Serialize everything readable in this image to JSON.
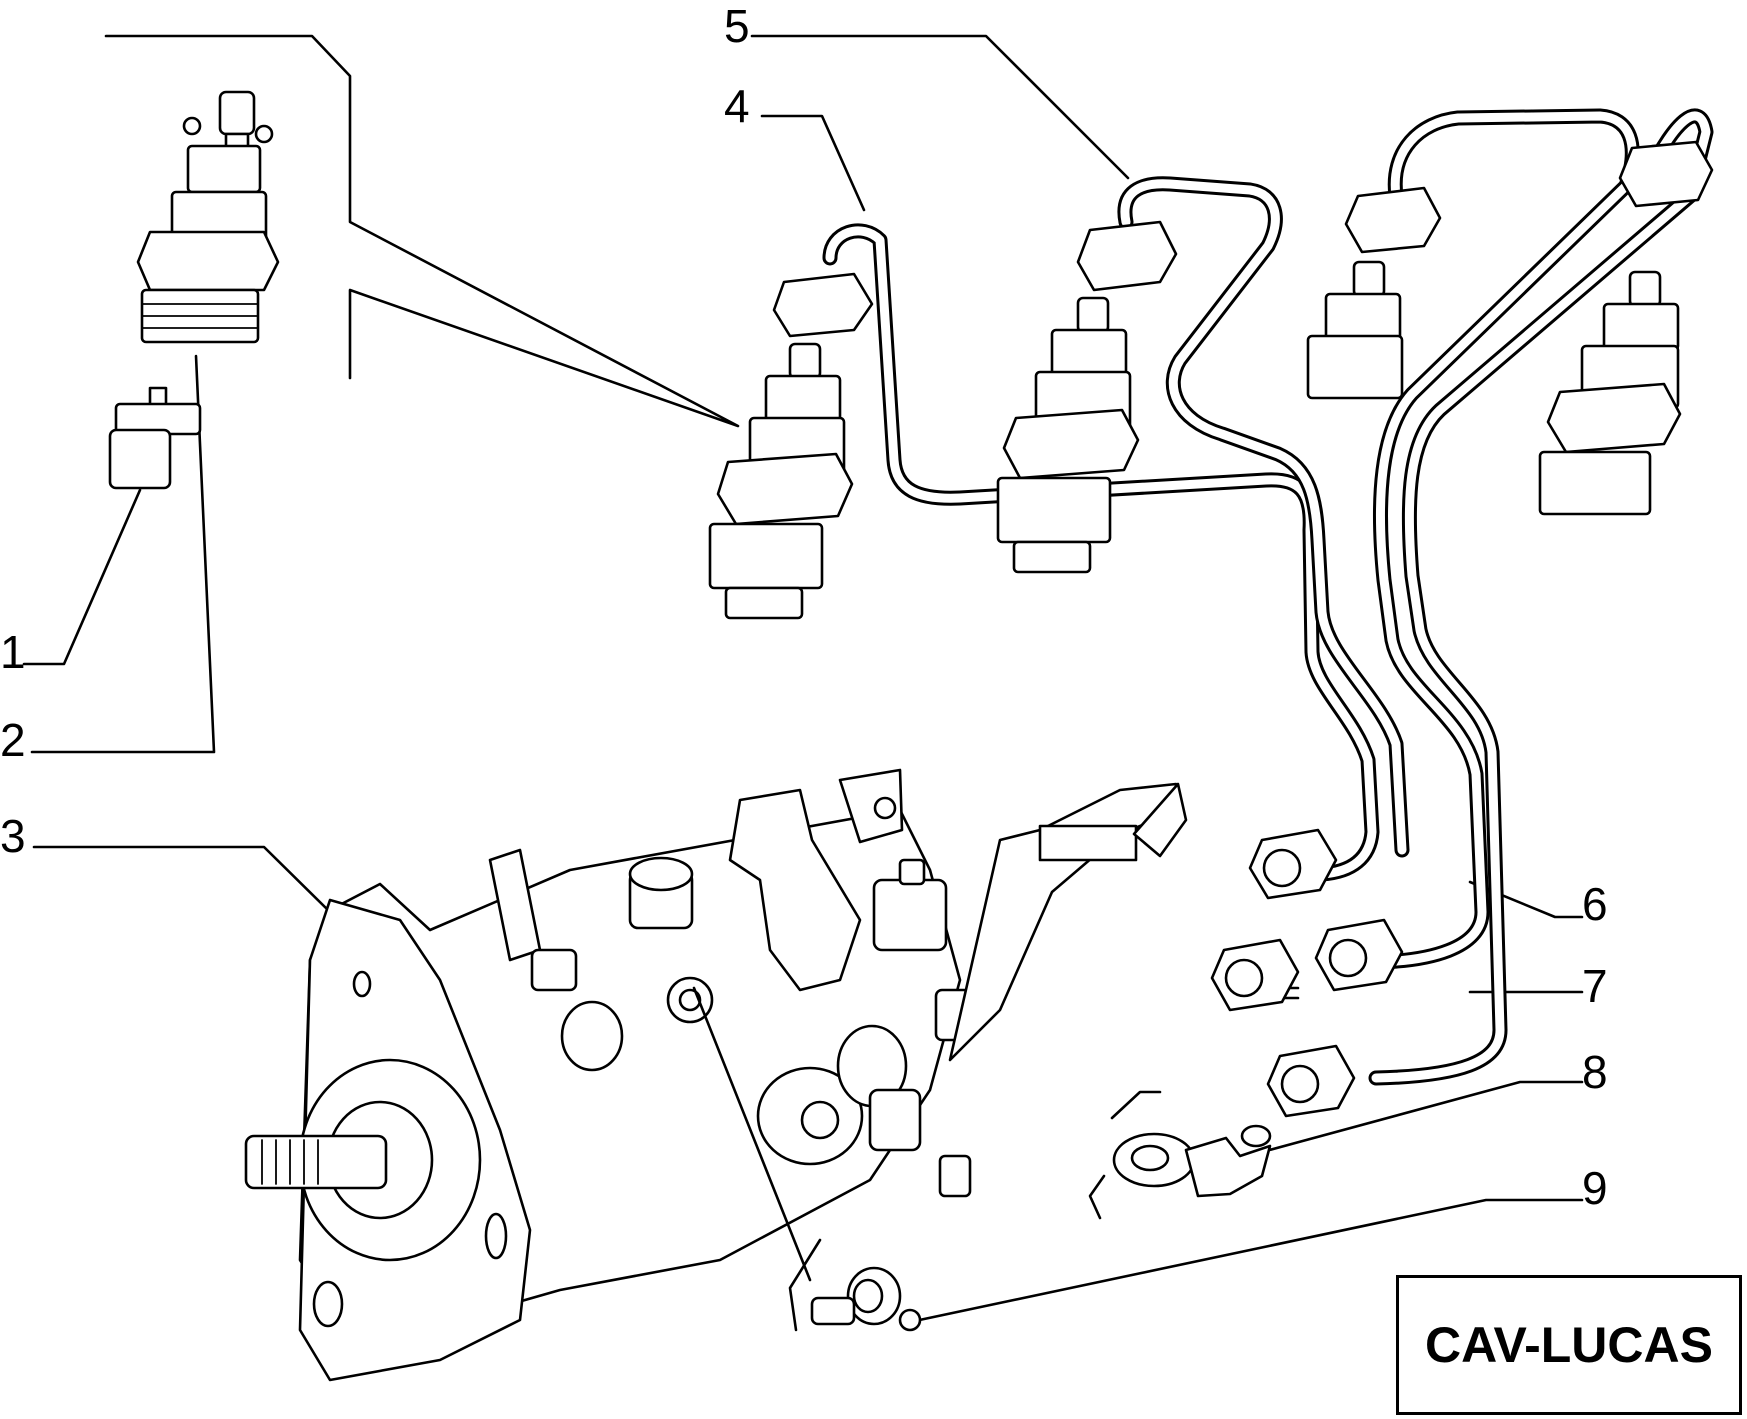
{
  "callouts": [
    {
      "id": "1",
      "label": "1"
    },
    {
      "id": "2",
      "label": "2"
    },
    {
      "id": "3",
      "label": "3"
    },
    {
      "id": "4",
      "label": "4"
    },
    {
      "id": "5",
      "label": "5"
    },
    {
      "id": "6",
      "label": "6"
    },
    {
      "id": "7",
      "label": "7"
    },
    {
      "id": "8",
      "label": "8"
    },
    {
      "id": "9",
      "label": "9"
    }
  ],
  "brand": {
    "label": "CAV-LUCAS"
  }
}
